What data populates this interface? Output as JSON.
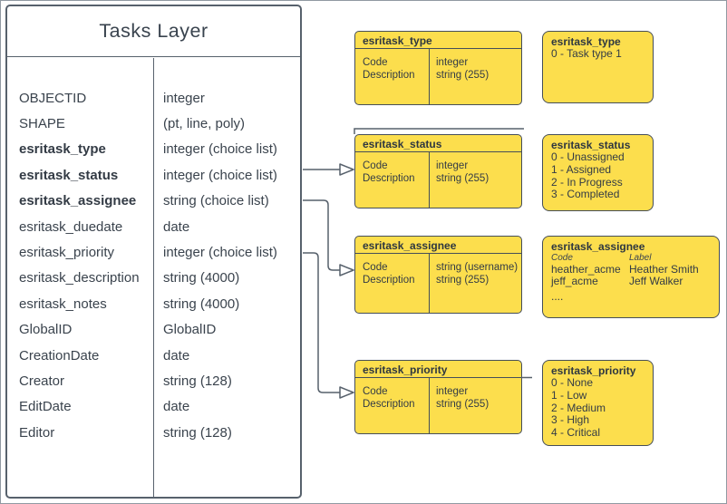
{
  "main_table": {
    "title": "Tasks Layer",
    "rows": [
      {
        "name": "OBJECTID",
        "type": "integer"
      },
      {
        "name": "SHAPE",
        "type": "(pt, line, poly)"
      },
      {
        "name": "esritask_type",
        "type": "integer (choice list)"
      },
      {
        "name": "esritask_status",
        "type": "integer (choice list)"
      },
      {
        "name": "esritask_assignee",
        "type": "string (choice list)"
      },
      {
        "name": "esritask_duedate",
        "type": "date"
      },
      {
        "name": "esritask_priority",
        "type": "integer (choice list)"
      },
      {
        "name": "esritask_description",
        "type": "string (4000)"
      },
      {
        "name": "esritask_notes",
        "type": "string (4000)"
      },
      {
        "name": "GlobalID",
        "type": "GlobalID"
      },
      {
        "name": "CreationDate",
        "type": "date"
      },
      {
        "name": "Creator",
        "type": "string (128)"
      },
      {
        "name": "EditDate",
        "type": "date"
      },
      {
        "name": "Editor",
        "type": "string (128)"
      }
    ]
  },
  "domain_tables": [
    {
      "title": "esritask_type",
      "code_label": "Code",
      "desc_label": "Description",
      "code_type": "integer",
      "desc_type": "string (255)"
    },
    {
      "title": "esritask_status",
      "code_label": "Code",
      "desc_label": "Description",
      "code_type": "integer",
      "desc_type": "string (255)"
    },
    {
      "title": "esritask_assignee",
      "code_label": "Code",
      "desc_label": "Description",
      "code_type": "string (username)",
      "desc_type": "string (255)"
    },
    {
      "title": "esritask_priority",
      "code_label": "Code",
      "desc_label": "Description",
      "code_type": "integer",
      "desc_type": "string (255)"
    }
  ],
  "value_lists": {
    "type": {
      "title": "esritask_type",
      "items": [
        "0 - Task type 1"
      ]
    },
    "status": {
      "title": "esritask_status",
      "items": [
        "0 - Unassigned",
        "1 - Assigned",
        "2 - In Progress",
        "3 - Completed"
      ]
    },
    "assignee": {
      "title": "esritask_assignee",
      "col_code": "Code",
      "col_label": "Label",
      "rows": [
        {
          "code": "heather_acme",
          "label": "Heather Smith"
        },
        {
          "code": "jeff_acme",
          "label": "Jeff Walker"
        }
      ],
      "ellipsis": "...."
    },
    "priority": {
      "title": "esritask_priority",
      "items": [
        "0 - None",
        "1 - Low",
        "2 - Medium",
        "3 - High",
        "4 - Critical"
      ]
    }
  },
  "colors": {
    "box_fill": "#fcde4d",
    "box_border": "#454e59",
    "stroke": "#57616c",
    "text": "#343c46"
  }
}
